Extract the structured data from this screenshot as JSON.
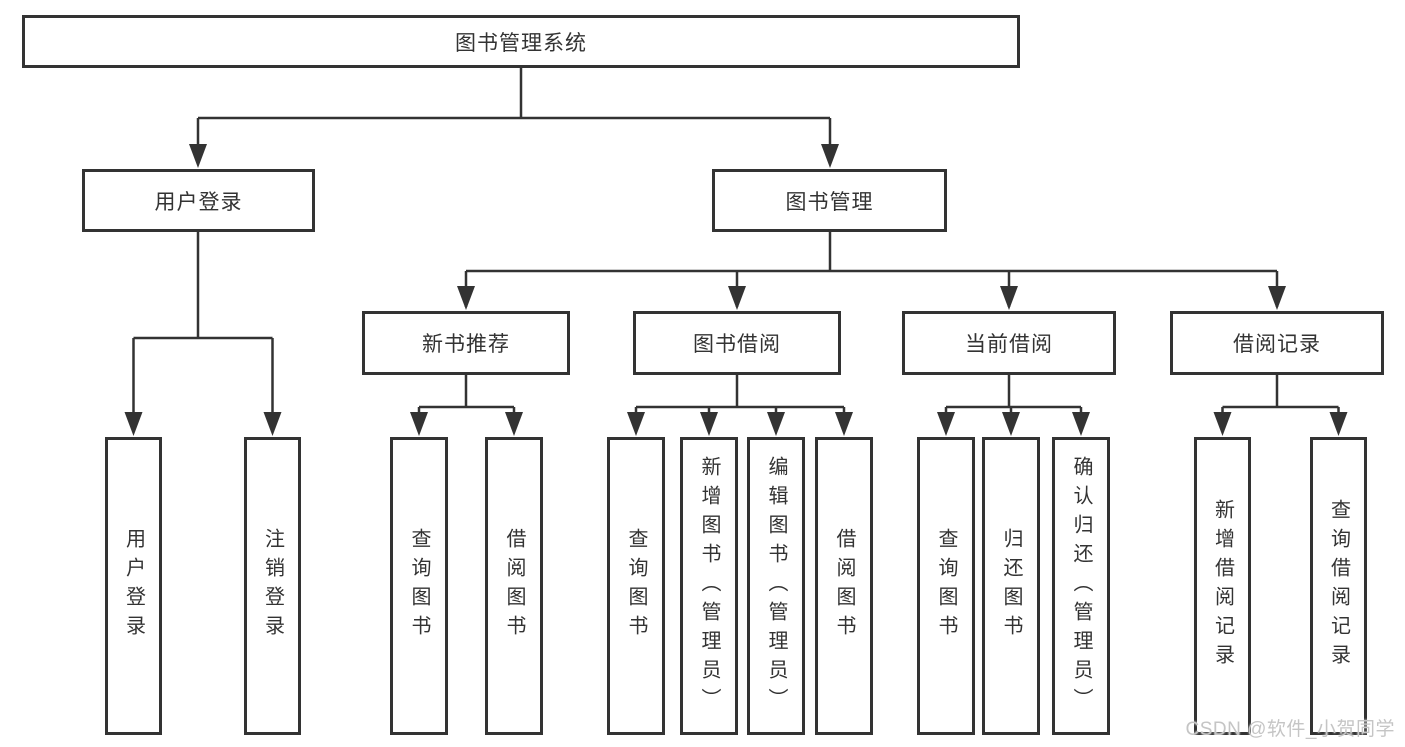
{
  "tree": {
    "root": {
      "label": "图书管理系统"
    },
    "branches": [
      {
        "label": "用户登录",
        "children": [
          {
            "label": "用户登录"
          },
          {
            "label": "注销登录"
          }
        ]
      },
      {
        "label": "图书管理",
        "children": [
          {
            "label": "新书推荐",
            "children": [
              {
                "label": "查询图书"
              },
              {
                "label": "借阅图书"
              }
            ]
          },
          {
            "label": "图书借阅",
            "children": [
              {
                "label": "查询图书"
              },
              {
                "label": "新增图书（管理员）"
              },
              {
                "label": "编辑图书（管理员）"
              },
              {
                "label": "借阅图书"
              }
            ]
          },
          {
            "label": "当前借阅",
            "children": [
              {
                "label": "查询图书"
              },
              {
                "label": "归还图书"
              },
              {
                "label": "确认归还（管理员）"
              }
            ]
          },
          {
            "label": "借阅记录",
            "children": [
              {
                "label": "新增借阅记录"
              },
              {
                "label": "查询借阅记录"
              }
            ]
          }
        ]
      }
    ]
  },
  "watermark": {
    "text": "CSDN @软件_小贺同学",
    "color": "#c5c5c5"
  },
  "colors": {
    "line": "#333333",
    "text": "#333333",
    "bg": "#ffffff"
  }
}
